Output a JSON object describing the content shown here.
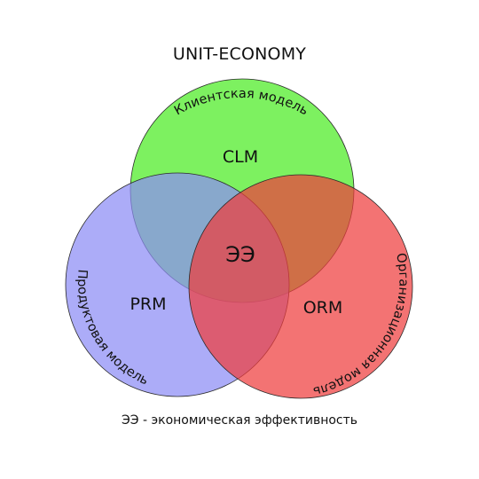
{
  "title": "UNIT-ECONOMY",
  "footnote": "ЭЭ - экономическая эффективность",
  "circles": {
    "clm": {
      "abbr": "CLM",
      "arc_label": "Клиентская модель",
      "color": "#66ee44"
    },
    "prm": {
      "abbr": "PRM",
      "arc_label": "Продуктовая модель",
      "color": "#8c8cf5"
    },
    "orm": {
      "abbr": "ORM",
      "arc_label": "Организационная модель",
      "color": "#ef3d3d"
    }
  },
  "center_label": "ЭЭ"
}
